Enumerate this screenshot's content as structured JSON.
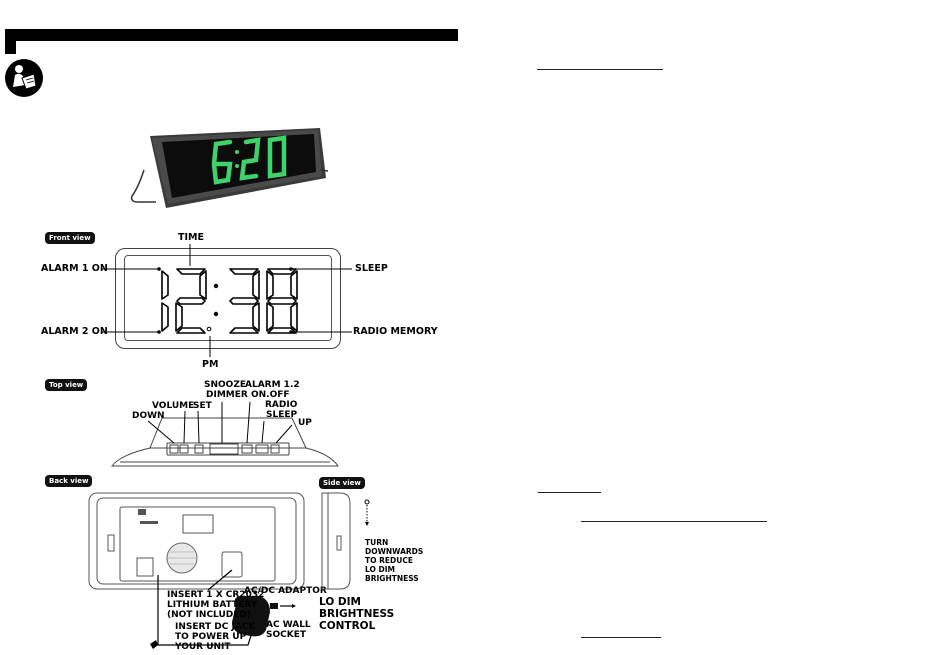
{
  "views": {
    "front": "Front view",
    "top": "Top view",
    "back": "Back view",
    "side": "Side view"
  },
  "clock_photo": {
    "display_time": "6:20",
    "display_color": "#3fd26b"
  },
  "front": {
    "display_time": "12:38",
    "time": "TIME",
    "alarm1": "ALARM 1 ON",
    "alarm2": "ALARM 2 ON",
    "pm": "PM",
    "sleep": "SLEEP",
    "radio_memory": "RADIO MEMORY"
  },
  "top": {
    "snooze_dimmer": [
      "SNOOZE",
      "DIMMER"
    ],
    "alarm12": [
      "ALARM 1.2",
      "ON.OFF"
    ],
    "volume": "VOLUME",
    "set": "SET",
    "radio_sleep": [
      "RADIO",
      "SLEEP"
    ],
    "down": "DOWN",
    "up": "UP"
  },
  "back": {
    "battery": [
      "INSERT 1 X CR2032",
      "LITHIUM BATTERY",
      "(NOT INCLUDED)"
    ],
    "dc_jack": [
      "INSERT DC JACK",
      "TO POWER UP",
      "YOUR UNIT"
    ],
    "adaptor": "AC/DC ADAPTOR",
    "wall_socket": [
      "AC WALL",
      "SOCKET"
    ]
  },
  "side": {
    "turn": [
      "TURN",
      "DOWNWARDS",
      "TO REDUCE",
      "LO DIM",
      "BRIGHTNESS"
    ],
    "lo_dim": [
      "LO DIM",
      "BRIGHTNESS",
      "CONTROL"
    ]
  }
}
